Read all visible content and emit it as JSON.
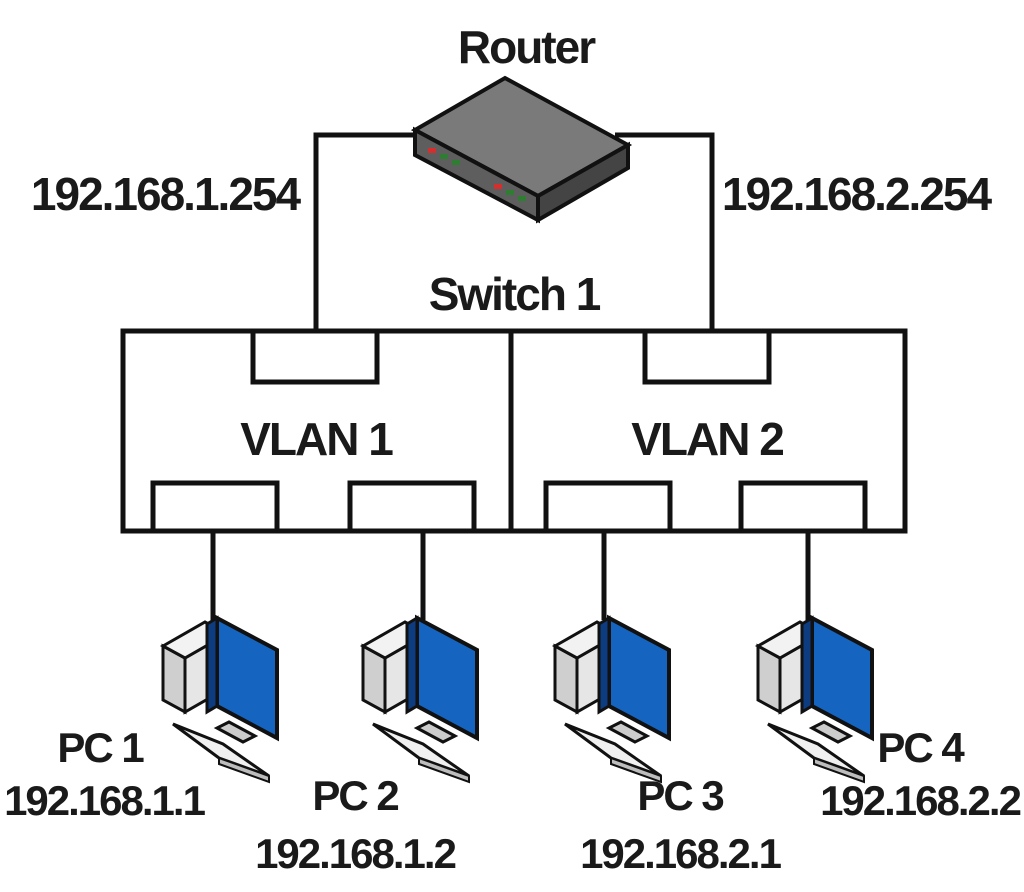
{
  "router": {
    "label": "Router",
    "left_ip": "192.168.1.254",
    "right_ip": "192.168.2.254"
  },
  "switch": {
    "label": "Switch 1",
    "vlans": [
      {
        "label": "VLAN 1"
      },
      {
        "label": "VLAN 2"
      }
    ]
  },
  "pcs": [
    {
      "label": "PC 1",
      "ip": "192.168.1.1"
    },
    {
      "label": "PC 2",
      "ip": "192.168.1.2"
    },
    {
      "label": "PC 3",
      "ip": "192.168.2.1"
    },
    {
      "label": "PC 4",
      "ip": "192.168.2.2"
    }
  ],
  "colors": {
    "line": "#111111",
    "screen": "#1565c0",
    "router_body": "#8a8a8a",
    "pc_body": "#e6e6e6"
  }
}
